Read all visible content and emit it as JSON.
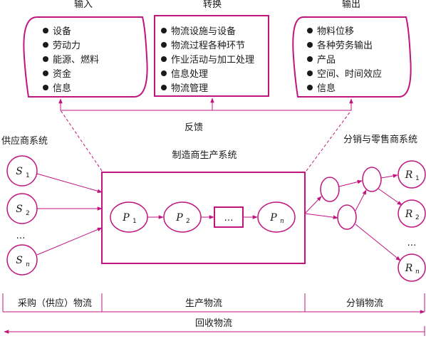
{
  "top_boxes": {
    "input": {
      "heading": "输入",
      "items": [
        "设备",
        "劳动力",
        "能源、燃料",
        "资金",
        "信息"
      ]
    },
    "transform": {
      "heading": "转换",
      "items": [
        "物流设施与设备",
        "物流过程各种环节",
        "作业活动与加工处理",
        "信息处理",
        "物流管理"
      ]
    },
    "output": {
      "heading": "输出",
      "items": [
        "物料位移",
        "各种劳务输出",
        "产品",
        "空间、时间效应",
        "信息"
      ]
    }
  },
  "feedback_label": "反馈",
  "supplier": {
    "title": "供应商系统",
    "nodes": [
      {
        "letter": "S",
        "sub": "1"
      },
      {
        "letter": "S",
        "sub": "2"
      },
      {
        "letter": "S",
        "sub": "n"
      }
    ],
    "ellipsis": "…"
  },
  "manufacturer": {
    "title": "制造商生产系统",
    "nodes": [
      {
        "letter": "P",
        "sub": "1"
      },
      {
        "letter": "P",
        "sub": "2"
      },
      {
        "letter": "P",
        "sub": "n"
      }
    ],
    "ellipsis": "…"
  },
  "distribution": {
    "title": "分销与零售商系统",
    "nodes": [
      {
        "letter": "R",
        "sub": "1"
      },
      {
        "letter": "R",
        "sub": "2"
      },
      {
        "letter": "R",
        "sub": "n"
      }
    ],
    "ellipsis": "…"
  },
  "flows": {
    "procurement": "采购（供应）物流",
    "production": "生产物流",
    "distribution": "分销物流",
    "recovery": "回收物流"
  },
  "colors": {
    "line": "#c0157f",
    "text": "#1a1a1a",
    "bullet": "#1a1a1a"
  }
}
